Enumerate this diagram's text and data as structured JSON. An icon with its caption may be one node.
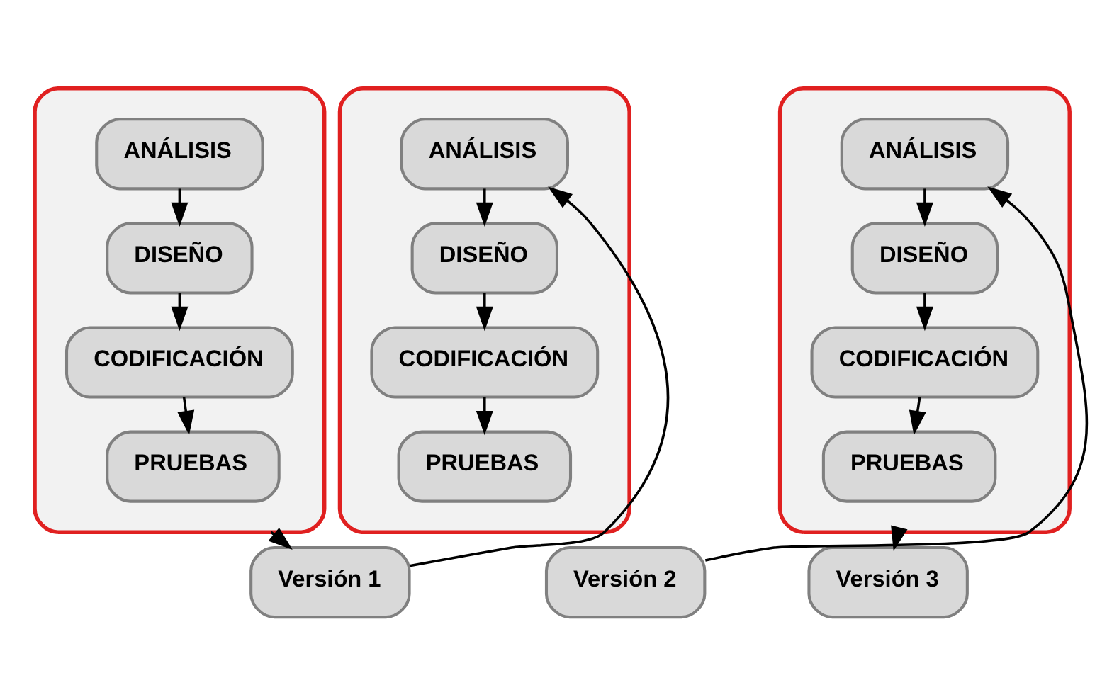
{
  "diagram": {
    "nodes": [
      {
        "text": [],
        "shape": "box"
      },
      {
        "text": [
          "ANÁLISIS"
        ],
        "in": 0
      },
      {
        "text": [
          "DISEÑO"
        ],
        "in": 0
      },
      {
        "text": [
          "CODIFICACIÓN"
        ],
        "in": 0
      },
      {
        "text": [
          "PRUEBAS"
        ],
        "in": 0
      },
      {
        "text": [],
        "shape": "box"
      },
      {
        "text": [
          "ANÁLISIS"
        ],
        "in": 5
      },
      {
        "text": [
          "DISEÑO"
        ],
        "in": 5
      },
      {
        "text": [
          "CODIFICACIÓN"
        ],
        "in": 5
      },
      {
        "text": [
          "PRUEBAS"
        ],
        "in": 5
      },
      {
        "text": [],
        "shape": "box"
      },
      {
        "text": [
          "ANÁLISIS"
        ],
        "in": 10
      },
      {
        "text": [
          "DISEÑO"
        ],
        "in": 10
      },
      {
        "text": [
          "CODIFICACIÓN"
        ],
        "in": 10
      },
      {
        "text": [
          "PRUEBAS"
        ],
        "in": 10
      },
      {
        "text": [
          "Versión 1"
        ]
      },
      {
        "text": [
          "Versión 2"
        ]
      },
      {
        "text": [
          "Versión 3"
        ]
      }
    ],
    "edges": [
      {
        "from": 1,
        "to": 2,
        "arrow": "to"
      },
      {
        "from": 2,
        "to": 3,
        "arrow": "to"
      },
      {
        "from": 3,
        "to": 4,
        "arrow": "to"
      },
      {
        "from": 6,
        "to": 7,
        "arrow": "to"
      },
      {
        "from": 7,
        "to": 8,
        "arrow": "to"
      },
      {
        "from": 8,
        "to": 9,
        "arrow": "to"
      },
      {
        "from": 11,
        "to": 12,
        "arrow": "to"
      },
      {
        "from": 12,
        "to": 13,
        "arrow": "to"
      },
      {
        "from": 13,
        "to": 14,
        "arrow": "to"
      },
      {
        "from": 0,
        "to": 15,
        "arrow": "to"
      },
      {
        "from": 15,
        "to": 6,
        "arrow": "to"
      },
      {
        "from": 16,
        "to": 11,
        "arrow": "to"
      },
      {
        "from": 10,
        "to": 17,
        "arrow": "to"
      }
    ]
  }
}
